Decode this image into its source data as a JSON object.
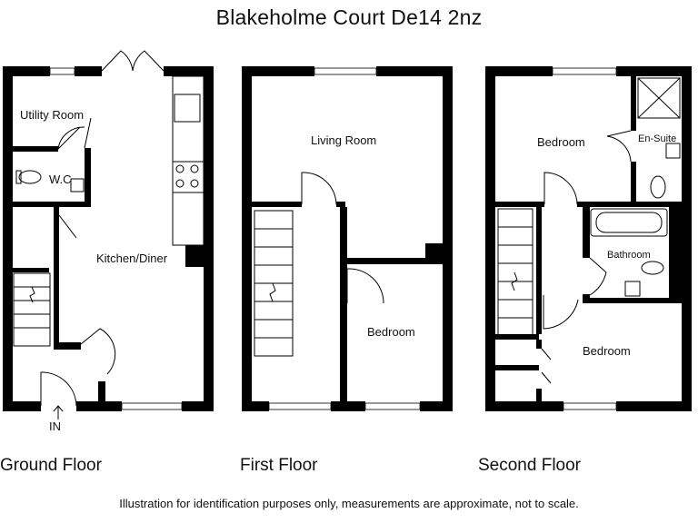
{
  "title": "Blakeholme Court De14 2nz",
  "floors": {
    "ground": {
      "label": "Ground Floor",
      "rooms": [
        "Utility Room",
        "W.C",
        "Kitchen/Diner"
      ],
      "entrance": "IN"
    },
    "first": {
      "label": "First Floor",
      "rooms": [
        "Living Room",
        "Bedroom"
      ]
    },
    "second": {
      "label": "Second Floor",
      "rooms": [
        "Bedroom",
        "En-Suite",
        "Bathroom",
        "Bedroom"
      ]
    }
  },
  "footer": "Illustration for identification purposes only, measurements are approximate, not to scale."
}
